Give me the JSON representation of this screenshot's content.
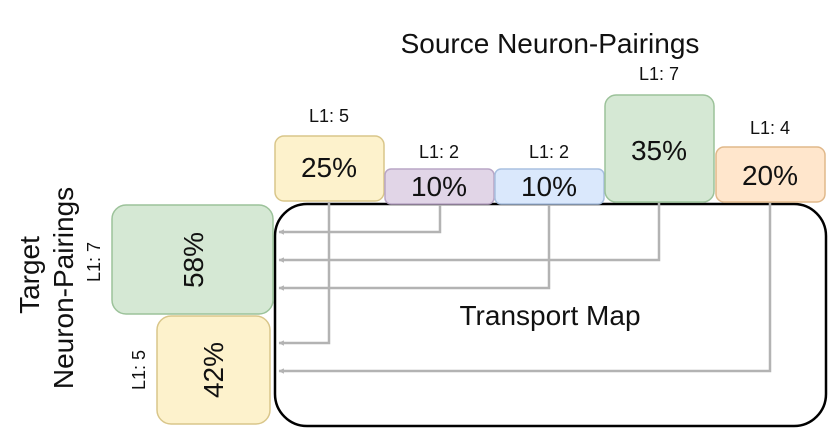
{
  "header": {
    "source_title": "Source Neuron-Pairings",
    "target_title_line1": "Target",
    "target_title_line2": "Neuron-Pairings"
  },
  "source_boxes": [
    {
      "layer_label": "L1: 5",
      "percent": "25%",
      "fill": "#fdf2cc",
      "stroke": "#d9c68a"
    },
    {
      "layer_label": "L1: 2",
      "percent": "10%",
      "fill": "#e1d5e7",
      "stroke": "#b9a6c6"
    },
    {
      "layer_label": "L1: 2",
      "percent": "10%",
      "fill": "#dae8fc",
      "stroke": "#a9c0e0"
    },
    {
      "layer_label": "L1: 7",
      "percent": "35%",
      "fill": "#d5e8d4",
      "stroke": "#9cc29a"
    },
    {
      "layer_label": "L1: 4",
      "percent": "20%",
      "fill": "#ffe6cc",
      "stroke": "#e0b88a"
    }
  ],
  "target_boxes": [
    {
      "layer_label": "L1: 7",
      "percent": "58%",
      "fill": "#d5e8d4",
      "stroke": "#9cc29a"
    },
    {
      "layer_label": "L1: 5",
      "percent": "42%",
      "fill": "#fdf2cc",
      "stroke": "#d9c68a"
    }
  ],
  "transport_map": {
    "label": "Transport Map",
    "arrow_color": "#b3b3b3",
    "border_color": "#000000"
  }
}
